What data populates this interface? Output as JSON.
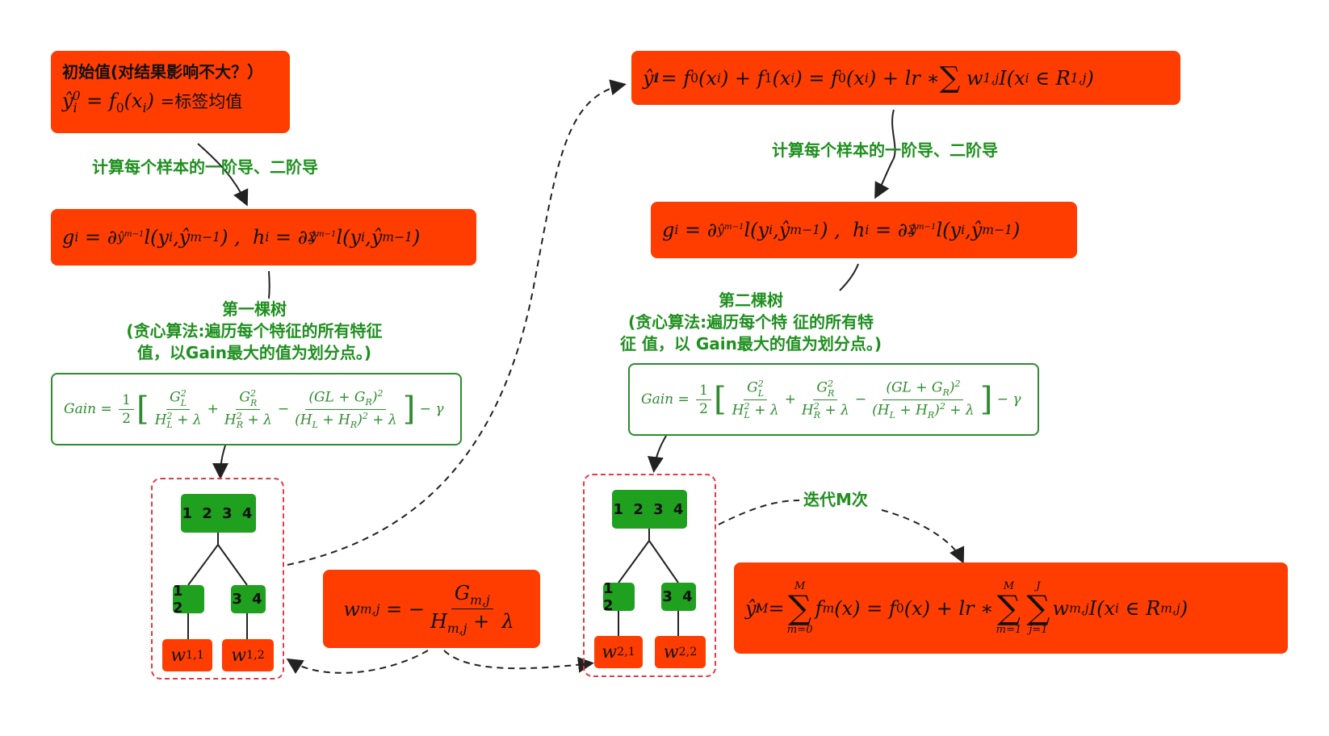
{
  "init_box": {
    "title": "初始值(对结果影响不大？）",
    "formula_lhs": "ŷ",
    "formula_rhs_text": "=标签均值"
  },
  "step_labels": {
    "left_derivative": "计算每个样本的一阶导、二阶导",
    "right_derivative": "计算每个样本的一阶导、二阶导",
    "first_tree_line1": "第一棵树",
    "first_tree_line2": "(贪心算法:遍历每个特征的所有特征",
    "first_tree_line3": "值，以Gain最大的值为划分点。)",
    "second_tree_line1": "第二棵树",
    "second_tree_line2": "(贪心算法:遍历每个特    征的所有特",
    "second_tree_line3": "征 值，以 Gain最大的值为划分点。)",
    "iterate": "迭代M次"
  },
  "gain_label": "Gain",
  "tree1": {
    "root": "1 2 3 4",
    "left": "1 2",
    "right": "3 4",
    "leaf_left": "w",
    "leaf_left_sub": "1,1",
    "leaf_right": "w",
    "leaf_right_sub": "1,2"
  },
  "tree2": {
    "root": "1 2 3 4",
    "left": "1 2",
    "right": "3 4",
    "leaf_left": "w",
    "leaf_left_sub": "2,1",
    "leaf_right": "w",
    "leaf_right_sub": "2,2"
  },
  "colors": {
    "box_red": "#ff3d00",
    "label_green": "#1f8f1f",
    "node_green": "#1fa01f",
    "frame_dashed": "#e63946",
    "arrow": "#222222"
  }
}
